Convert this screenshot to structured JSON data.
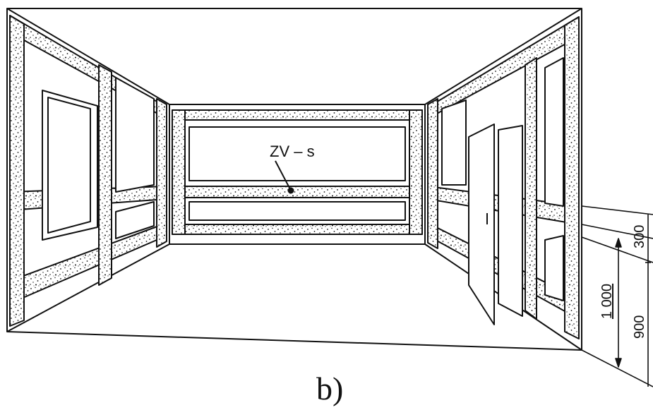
{
  "drawing": {
    "element_tag": "ZV – s",
    "dimensions": {
      "upper_gap": "300",
      "lower_height": "900",
      "total_height": "1 000"
    },
    "caption": "b)"
  },
  "colors": {
    "line": "#111111",
    "background": "#ffffff"
  }
}
